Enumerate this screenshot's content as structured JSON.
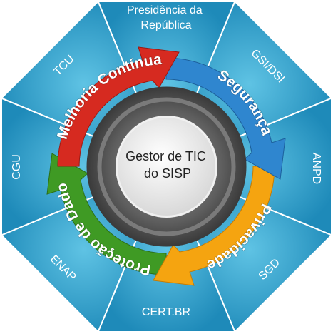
{
  "center": {
    "line1": "Gestor de TIC",
    "line2": "do SISP"
  },
  "cycle": [
    {
      "label": "Melhoria Contínua",
      "color": "#d62a20"
    },
    {
      "label": "Segurança",
      "color": "#2f86cf"
    },
    {
      "label": "Privacidade",
      "color": "#f5a410"
    },
    {
      "label": "Proteção de Dados",
      "color": "#3f9a24"
    }
  ],
  "octagon": {
    "color": "#2b9ac7",
    "segments": [
      {
        "line1": "Presidência da",
        "line2": "República"
      },
      {
        "line1": "GSI/DSI"
      },
      {
        "line1": "ANPD"
      },
      {
        "line1": "SGD"
      },
      {
        "line1": "CERT.BR"
      },
      {
        "line1": "ENAP"
      },
      {
        "line1": "CGU"
      },
      {
        "line1": "TCU"
      }
    ]
  }
}
